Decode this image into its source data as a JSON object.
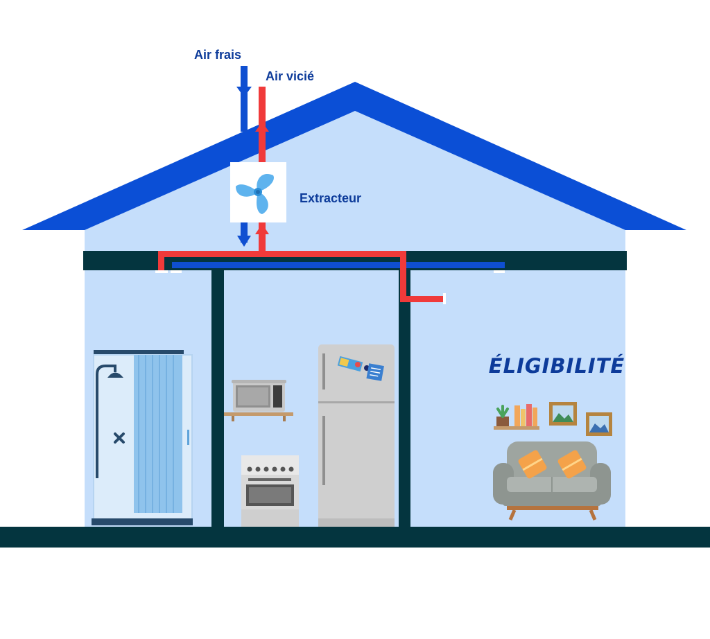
{
  "labels": {
    "fresh_air": "Air frais",
    "stale_air": "Air vicié",
    "extractor": "Extracteur",
    "eligibility": "ÉLIGIBILITÉ"
  },
  "colors": {
    "roof": "#0b4fd6",
    "wall": "#c5defb",
    "structure": "#04353f",
    "fresh_air": "#0f4fd1",
    "stale_air": "#f03a3a",
    "label": "#0d3b9a",
    "eligibility": "#1a52c9"
  },
  "icons": {
    "extractor": "fan-icon",
    "shower": "shower-icon",
    "microwave": "microwave-icon",
    "oven": "oven-icon",
    "fridge": "fridge-icon",
    "sofa": "sofa-icon"
  }
}
